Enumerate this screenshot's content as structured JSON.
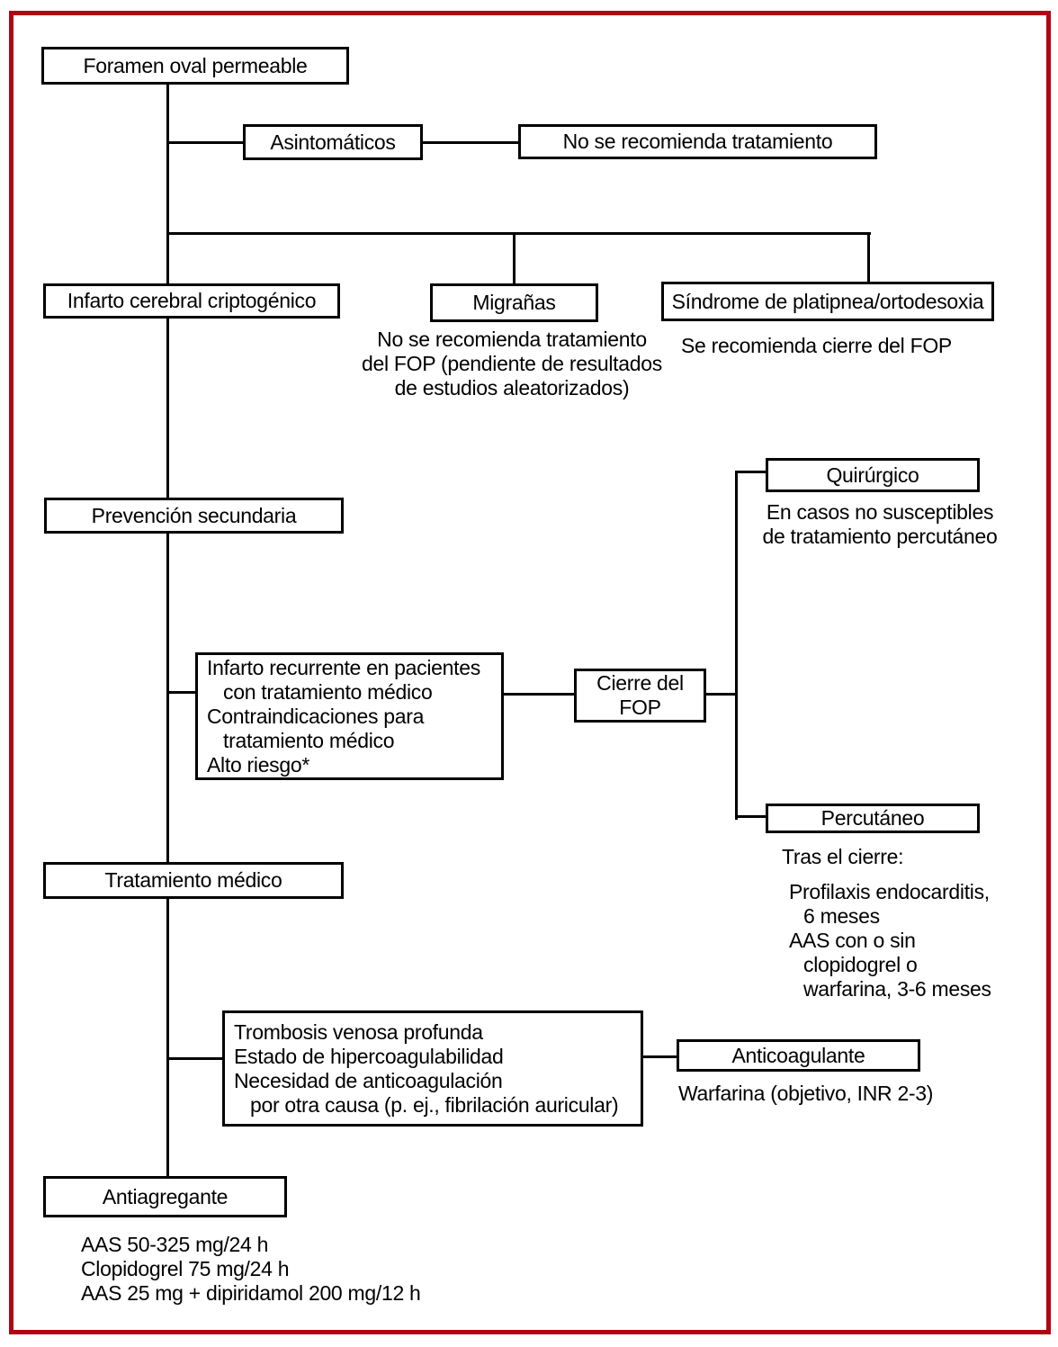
{
  "figure": {
    "accent_color": "#b00414",
    "line_color": "#000000"
  },
  "nodes": {
    "foramen": "Foramen oval permeable",
    "asintomaticos": "Asintomáticos",
    "no_se_recomienda": "No se recomienda tratamiento",
    "infarto_criptogenico": "Infarto cerebral criptogénico",
    "migranas": "Migrañas",
    "sindrome": "Síndrome de platipnea/ortodesoxia",
    "prevencion": "Prevención secundaria",
    "infarto_recurrente": [
      "Infarto recurrente en pacientes",
      "con tratamiento médico",
      "Contraindicaciones para",
      "tratamiento médico",
      "Alto riesgo*"
    ],
    "cierre_fop": [
      "Cierre del",
      "FOP"
    ],
    "quirurgico": "Quirúrgico",
    "percutaneo": "Percutáneo",
    "tratamiento_medico": "Tratamiento médico",
    "trombosis": [
      "Trombosis venosa profunda",
      "Estado de hipercoagulabilidad",
      "Necesidad de anticoagulación",
      "por otra causa (p. ej., fibrilación auricular)"
    ],
    "anticoagulante": "Anticoagulante",
    "antiagregante": "Antiagregante"
  },
  "notes": {
    "migranas": [
      "No se recomienda tratamiento",
      "del FOP (pendiente de resultados",
      "de estudios aleatorizados)"
    ],
    "sindrome": "Se recomienda cierre del FOP",
    "quirurgico": [
      "En casos no susceptibles",
      "de tratamiento percutáneo"
    ],
    "percutaneo_title": "Tras el cierre:",
    "percutaneo": [
      "Profilaxis endocarditis,",
      "6 meses",
      "AAS con o sin",
      "clopidogrel o",
      "warfarina, 3-6 meses"
    ],
    "anticoagulante": "Warfarina (objetivo, INR 2-3)",
    "antiagregante": [
      "AAS 50-325 mg/24 h",
      "Clopidogrel 75 mg/24 h",
      "AAS 25 mg + dipiridamol 200 mg/12 h"
    ]
  }
}
